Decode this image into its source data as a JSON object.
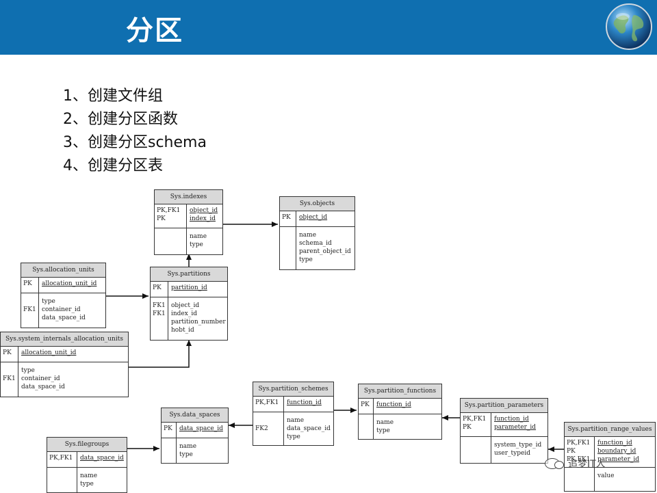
{
  "title": "分区",
  "steps": [
    "1、创建文件组",
    "2、创建分区函数",
    "3、创建分区schema",
    "4、创建分区表"
  ],
  "watermark": "追梦IT人",
  "tables": {
    "indexes": {
      "name": "Sys.indexes",
      "pk_keys": [
        "PK,FK1",
        "PK"
      ],
      "pk_cols": [
        "object_id",
        "index_id"
      ],
      "attr_keys": [],
      "attr_cols": [
        "name",
        "type"
      ]
    },
    "objects": {
      "name": "Sys.objects",
      "pk_keys": [
        "PK"
      ],
      "pk_cols": [
        "object_id"
      ],
      "attr_keys": [],
      "attr_cols": [
        "name",
        "schema_id",
        "parent_object_id",
        "type"
      ]
    },
    "allocation_units": {
      "name": "Sys.allocation_units",
      "pk_keys": [
        "PK"
      ],
      "pk_cols": [
        "allocation_unit_id"
      ],
      "attr_keys": [
        "",
        "FK1"
      ],
      "attr_cols": [
        "type",
        "container_id",
        "data_space_id"
      ]
    },
    "partitions": {
      "name": "Sys.partitions",
      "pk_keys": [
        "PK"
      ],
      "pk_cols": [
        "partition_id"
      ],
      "attr_keys": [
        "FK1",
        "FK1"
      ],
      "attr_cols": [
        "object_id",
        "index_id",
        "partition_number",
        "hobt_id"
      ]
    },
    "system_internals_allocation_units": {
      "name": "Sys.system_internals_allocation_units",
      "pk_keys": [
        "PK"
      ],
      "pk_cols": [
        "allocation_unit_id"
      ],
      "attr_keys": [
        "",
        "FK1"
      ],
      "attr_cols": [
        "type",
        "container_id",
        "data_space_id"
      ]
    },
    "partition_schemes": {
      "name": "Sys.partition_schemes",
      "pk_keys": [
        "PK,FK1"
      ],
      "pk_cols": [
        "function_id"
      ],
      "attr_keys": [
        "",
        "FK2"
      ],
      "attr_cols": [
        "name",
        "data_space_id",
        "type"
      ]
    },
    "partition_functions": {
      "name": "Sys.partition_functions",
      "pk_keys": [
        "PK"
      ],
      "pk_cols": [
        "function_id"
      ],
      "attr_keys": [],
      "attr_cols": [
        "name",
        "type"
      ]
    },
    "data_spaces": {
      "name": "Sys.data_spaces",
      "pk_keys": [
        "PK"
      ],
      "pk_cols": [
        "data_space_id"
      ],
      "attr_keys": [],
      "attr_cols": [
        "name",
        "type"
      ]
    },
    "partition_parameters": {
      "name": "Sys.partition_parameters",
      "pk_keys": [
        "PK,FK1",
        "PK"
      ],
      "pk_cols": [
        "function_id",
        "parameter_id"
      ],
      "attr_keys": [],
      "attr_cols": [
        "system_type_id",
        "user_typeid"
      ]
    },
    "filegroups": {
      "name": "Sys.filegroups",
      "pk_keys": [
        "PK,FK1"
      ],
      "pk_cols": [
        "data_space_id"
      ],
      "attr_keys": [],
      "attr_cols": [
        "name",
        "type"
      ]
    },
    "partition_range_values": {
      "name": "Sys.partition_range_values",
      "pk_keys": [
        "PK,FK1",
        "PK",
        "PK,FK1"
      ],
      "pk_cols": [
        "function_id",
        "boundary_id",
        "parameter_id"
      ],
      "attr_keys": [],
      "attr_cols": [
        "value"
      ]
    }
  }
}
